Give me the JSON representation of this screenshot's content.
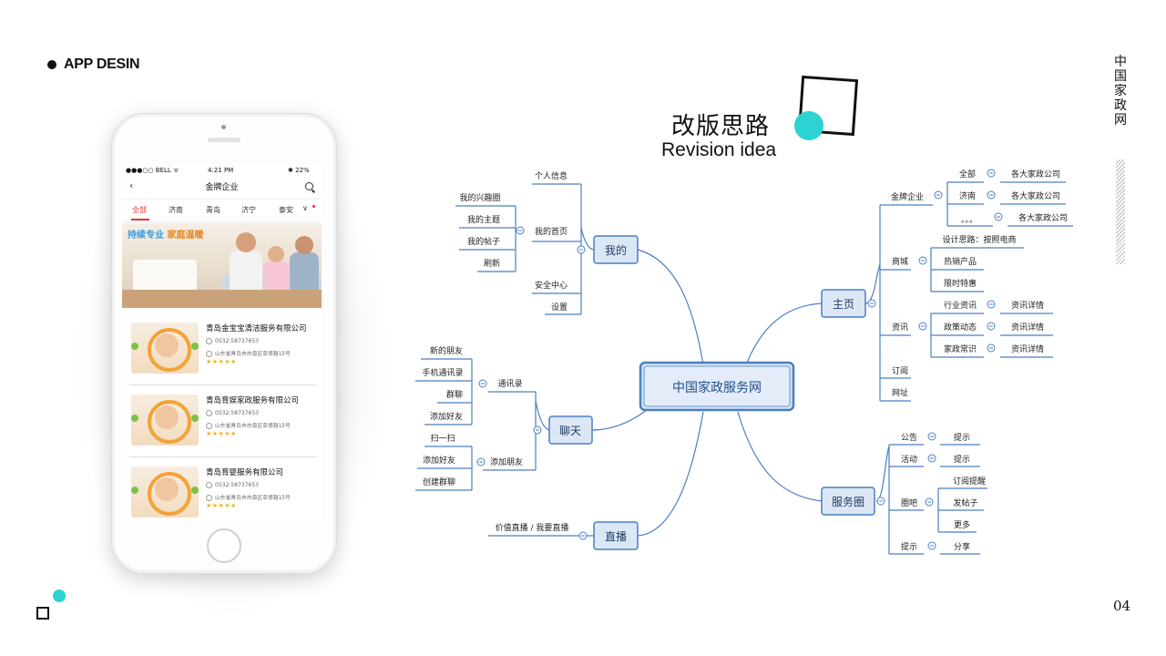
{
  "header": {
    "app_title": "APP DESIN"
  },
  "sidebar": {
    "brand_vertical": "中国家政网",
    "page_number": "04"
  },
  "titles": {
    "cn": "改版思路",
    "en": "Revision idea"
  },
  "colors": {
    "accent_teal": "#2cd3d0",
    "brand_red": "#e5322d",
    "node_blue": "#4a7fc1"
  },
  "phone": {
    "status": {
      "carrier": "●●●○○ BELL ᯤ",
      "time": "4:21 PM",
      "battery": "✱ 22%"
    },
    "nav_title": "金牌企业",
    "tabs": [
      "全部",
      "济南",
      "青岛",
      "济宁",
      "泰安"
    ],
    "active_tab": "全部",
    "banner_slogan_1": "持续专业",
    "banner_slogan_2": "家庭温暖",
    "listings": [
      {
        "name": "青岛金宝宝清洁服务有限公司",
        "phone": "0532-58737653",
        "address": "山东省青岛市市南区幸贤路15号",
        "stars": "★★★★★"
      },
      {
        "name": "青岛育娱家政服务有限公司",
        "phone": "0532-58737653",
        "address": "山东省青岛市市南区幸贤路15号",
        "stars": "★★★★★"
      },
      {
        "name": "青岛育婴服务有限公司",
        "phone": "0532-58737653",
        "address": "山东省青岛市市南区幸贤路15号",
        "stars": "★★★★★"
      }
    ]
  },
  "mindmap": {
    "center": "中国家政服务网",
    "branches": {
      "mine": {
        "label": "我的",
        "children": [
          "个人信息",
          "我的兴趣圈",
          "我的主题",
          "我的帖子",
          "刷新",
          "我的首页",
          "安全中心",
          "设置"
        ]
      },
      "chat": {
        "label": "聊天",
        "children": [
          "新的朋友",
          "手机通讯录",
          "群聊",
          "添加好友",
          "通讯录",
          "扫一扫",
          "添加好友",
          "创建群聊",
          "添加朋友"
        ]
      },
      "live": {
        "label": "直播",
        "children": [
          "价值直播 / 我要直播"
        ]
      },
      "home": {
        "label": "主页",
        "children": [
          "金牌企业",
          "全部",
          "各大家政公司",
          "济南",
          "各大家政公司",
          "。。。",
          "各大家政公司",
          "商城",
          "设计思路：按照电商",
          "热销产品",
          "限时特惠",
          "资讯",
          "行业资讯",
          "资讯详情",
          "政策动态",
          "资讯详情",
          "家政常识",
          "资讯详情",
          "订阅",
          "网址"
        ]
      },
      "circle": {
        "label": "服务圈",
        "children": [
          "公告",
          "提示",
          "活动",
          "提示",
          "圈吧",
          "订阅提醒",
          "发帖子",
          "更多",
          "提示",
          "分享"
        ]
      }
    }
  }
}
